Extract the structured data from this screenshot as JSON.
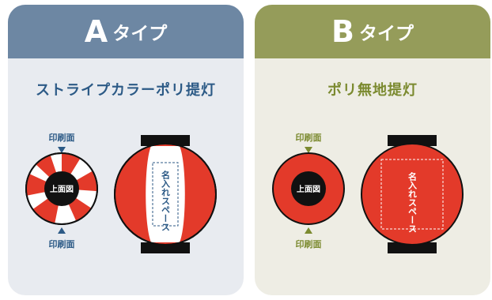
{
  "cards": [
    {
      "letter": "A",
      "suffix": "タイプ",
      "title": "ストライプカラーポリ提灯",
      "top_label": "印刷面",
      "bottom_label": "印刷面",
      "center_label": "上面図",
      "name_space_text": "名入れスペース"
    },
    {
      "letter": "B",
      "suffix": "タイプ",
      "title": "ポリ無地提灯",
      "top_label": "印刷面",
      "bottom_label": "印刷面",
      "center_label": "上面図",
      "name_space_text": "名入れスペース"
    }
  ],
  "colors": {
    "card_a_header": "#6d87a3",
    "card_a_bg": "#e8ebf0",
    "card_a_accent": "#2c5a86",
    "card_b_header": "#959c5a",
    "card_b_bg": "#eeede4",
    "card_b_accent": "#7b8a2f",
    "lantern_red": "#e33a2a",
    "lantern_black": "#111111"
  }
}
